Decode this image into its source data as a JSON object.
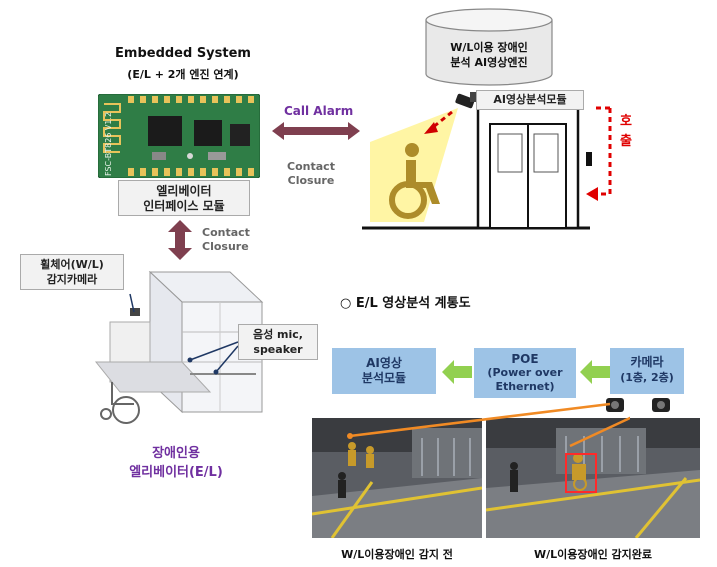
{
  "embedded": {
    "title": "Embedded  System",
    "subtitle": "(E/L + 2개 엔진 연계)",
    "module_label_line1": "엘리베이터",
    "module_label_line2": "인터페이스 모듈",
    "board_silk": "FSC-BT826  V1.2"
  },
  "links": {
    "call_alarm": "Call Alarm",
    "contact_closure_top_line1": "Contact",
    "contact_closure_top_line2": "Closure",
    "contact_closure_left_line1": "Contact",
    "contact_closure_left_line2": "Closure"
  },
  "engine": {
    "line1": "W/L이용 장애인",
    "line2": "분석 AI영상엔진"
  },
  "elevator_scene": {
    "ai_module_label": "AI영상분석모듈",
    "call_label_1": "호",
    "call_label_2": "출"
  },
  "callouts": {
    "wheelchair_camera_line1": "휠체어(W/L)",
    "wheelchair_camera_line2": "감지카메라",
    "mic_speaker_line1": "음성 mic,",
    "mic_speaker_line2": "speaker"
  },
  "elevator_caption": {
    "line1": "장애인용",
    "line2": "엘리베이터(E/L)"
  },
  "flow": {
    "title": "○ E/L 영상분석 계통도",
    "ai_box_line1": "AI영상",
    "ai_box_line2": "분석모듈",
    "poe_line1": "POE",
    "poe_line2": "(Power over",
    "poe_line3": "Ethernet)",
    "camera_line1": "카메라",
    "camera_line2": "(1층, 2층)"
  },
  "photos": {
    "left_caption": "W/L이용장애인 감지 전",
    "right_caption": "W/L이용장애인 감지완료"
  },
  "colors": {
    "accent_purple": "#7030a0",
    "flow_box": "#9dc3e6",
    "arrow_green": "#92d050",
    "alarm_red": "#e00000",
    "orange_line": "#f08a24",
    "double_arrow": "#7f3f4f"
  }
}
